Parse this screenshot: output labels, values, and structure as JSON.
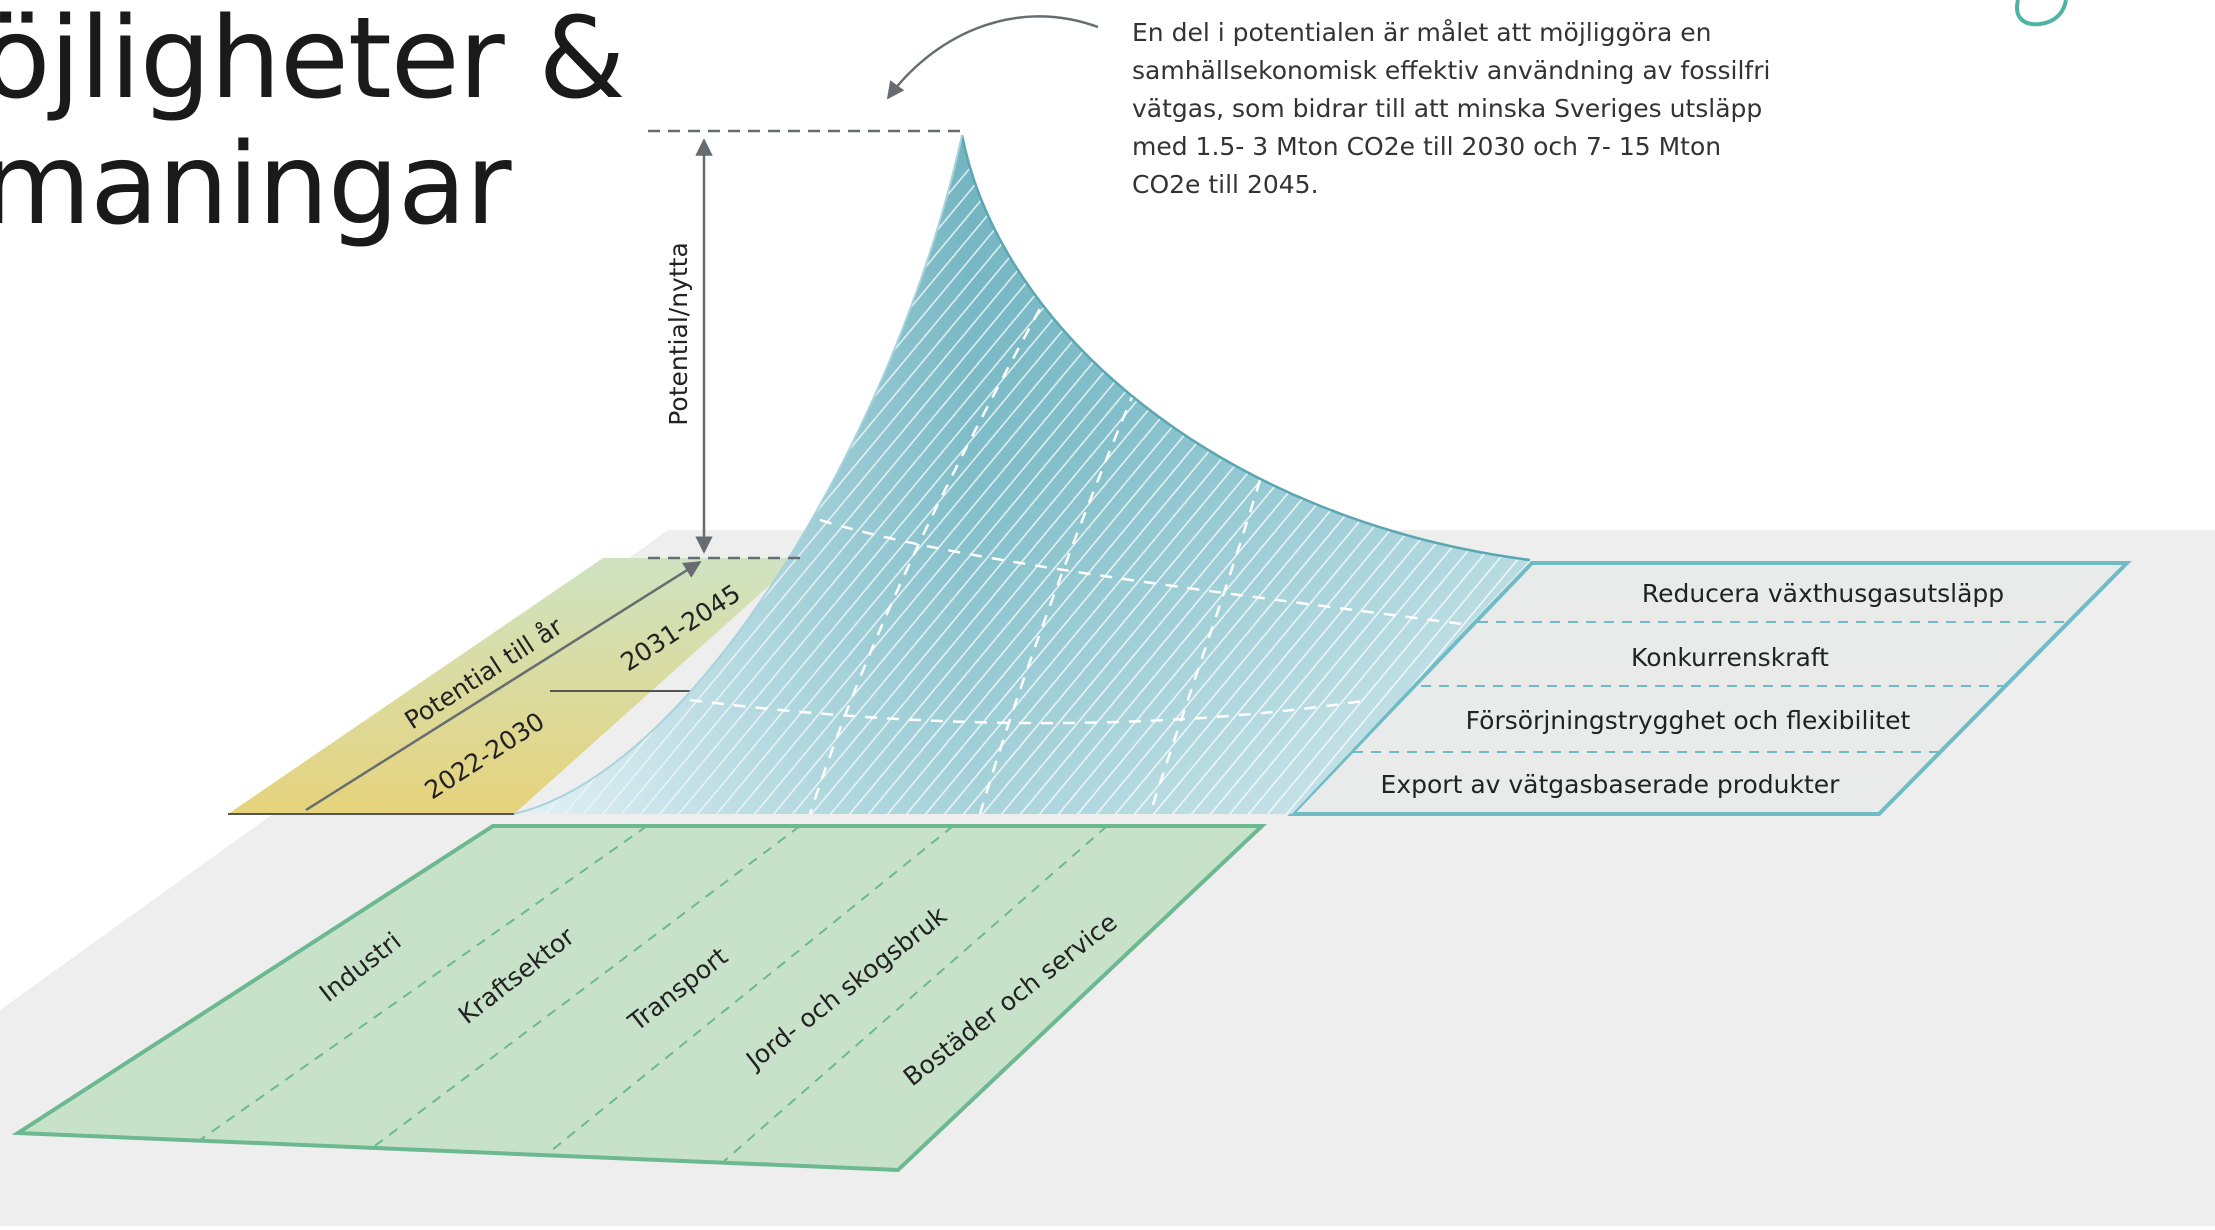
{
  "heading": {
    "line1": "öjligheter &",
    "line2": "maningar"
  },
  "annotation": {
    "text": "En del i potentialen är målet att möjliggöra en samhällsekonomisk effektiv användning av fossilfri vätgas, som bidrar till att minska Sveriges utsläpp med 1.5- 3 Mton CO2e till 2030 och 7- 15 Mton CO2e till 2045."
  },
  "axes": {
    "vertical_label": "Potential/nytta",
    "time_label": "Potential till år",
    "period_early": "2022-2030",
    "period_late": "2031-2045"
  },
  "sectors": [
    "Industri",
    "Kraftsektor",
    "Transport",
    "Jord- och skogsbruk",
    "Bostäder och service"
  ],
  "benefits": [
    "Reducera växthusgasutsläpp",
    "Konkurrenskraft",
    "Försörjningstrygghet och flexibilitet",
    "Export av vätgasbaserade produkter"
  ],
  "colors": {
    "floor": "#eeeeee",
    "sector_fill": "#c8e2ca",
    "sector_stroke": "#6cb890",
    "curve_fill": "#7fbcc8",
    "curve_stroke": "#5aa6b2",
    "benefit_fill": "#e9ebea",
    "benefit_stroke": "#6fbcc6",
    "time_fill_top": "#cfe3c2",
    "time_fill_bottom": "#e6d37c",
    "guide": "#666c70"
  }
}
